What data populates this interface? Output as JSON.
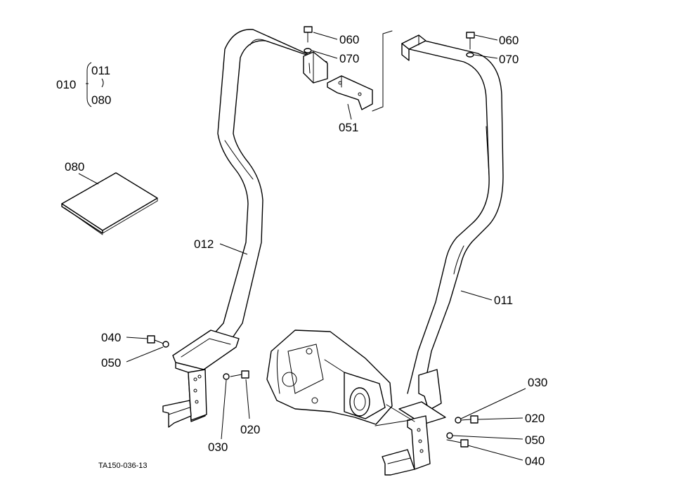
{
  "labels": {
    "l010": "010",
    "l011_top": "011",
    "l080_top": "080",
    "l080_book": "080",
    "l060_a": "060",
    "l070_a": "070",
    "l060_b": "060",
    "l070_b": "070",
    "l051": "051",
    "l012": "012",
    "l011": "011",
    "l040_a": "040",
    "l050_a": "050",
    "l020_a": "020",
    "l030_a": "030",
    "l030_b": "030",
    "l020_b": "020",
    "l050_b": "050",
    "l040_b": "040"
  },
  "drawing_code": "TA150-036-13"
}
